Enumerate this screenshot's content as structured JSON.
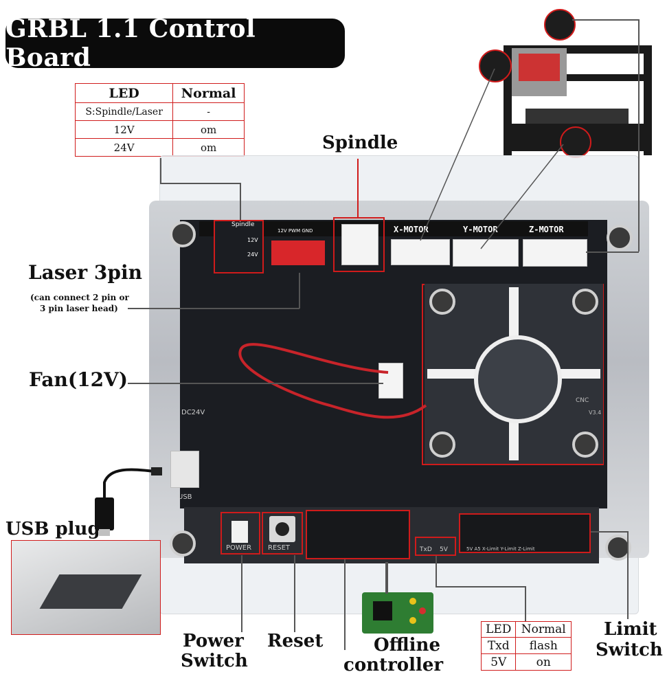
{
  "title": "GRBL 1.1 Control Board",
  "top_table": {
    "headers": [
      "LED",
      "Normal"
    ],
    "rows": [
      [
        "S:Spindle/Laser",
        "-"
      ],
      [
        "12V",
        "om"
      ],
      [
        "24V",
        "om"
      ]
    ]
  },
  "bottom_table": {
    "headers": [
      "LED",
      "Normal"
    ],
    "rows": [
      [
        "Txd",
        "flash"
      ],
      [
        "5V",
        "on"
      ]
    ]
  },
  "labels": {
    "spindle": "Spindle",
    "laser_3pin": "Laser 3pin",
    "laser_note_1": "(can connect 2 pin or",
    "laser_note_2": "3 pin laser head)",
    "fan": "Fan(12V)",
    "usb_plug": "USB plug",
    "power_switch_1": "Power",
    "power_switch_2": "Switch",
    "reset": "Reset",
    "offline_1": "Offline",
    "offline_2": "controller",
    "limit_1": "Limit",
    "limit_2": "Switch"
  },
  "board_silkscreen": {
    "spindle": "Spindle",
    "v12": "12V",
    "v24": "24V",
    "pwm": "12V PWM GND",
    "x_motor": "X-MOTOR",
    "y_motor": "Y-MOTOR",
    "z_motor": "Z-MOTOR",
    "power": "POWER",
    "reset": "RESET",
    "txd": "TxD",
    "v5": "5V",
    "dc24": "DC24V",
    "usb": "USB",
    "limit_pins": "5V A5 X-Limit Y-Limit Z-Limit",
    "cnc": "CNC",
    "v34": "V3.4"
  },
  "colors": {
    "accent_red": "#d01b1b",
    "title_bg": "#0b0b0b"
  }
}
